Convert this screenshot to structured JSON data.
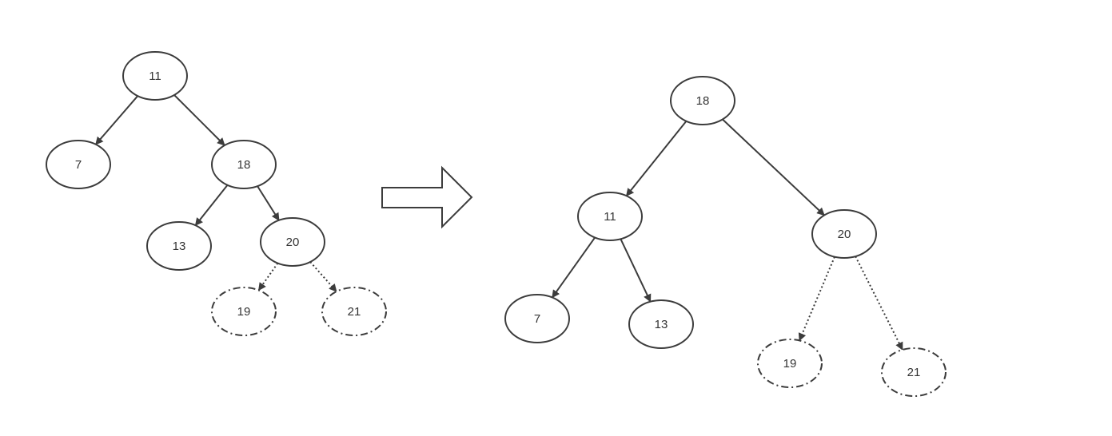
{
  "colors": {
    "stroke": "#3c3c3c",
    "text": "#333333",
    "fill": "#ffffff"
  },
  "before_tree": {
    "nodes": [
      {
        "id": "b11",
        "label": "11",
        "style": "solid"
      },
      {
        "id": "b7",
        "label": "7",
        "style": "solid"
      },
      {
        "id": "b18",
        "label": "18",
        "style": "solid"
      },
      {
        "id": "b13",
        "label": "13",
        "style": "solid"
      },
      {
        "id": "b20",
        "label": "20",
        "style": "solid"
      },
      {
        "id": "b19",
        "label": "19",
        "style": "dashdot"
      },
      {
        "id": "b21",
        "label": "21",
        "style": "dashdot"
      }
    ],
    "edges": [
      {
        "from": "b11",
        "to": "b7",
        "style": "solid"
      },
      {
        "from": "b11",
        "to": "b18",
        "style": "solid"
      },
      {
        "from": "b18",
        "to": "b13",
        "style": "solid"
      },
      {
        "from": "b18",
        "to": "b20",
        "style": "solid"
      },
      {
        "from": "b20",
        "to": "b19",
        "style": "dotted"
      },
      {
        "from": "b20",
        "to": "b21",
        "style": "dotted"
      }
    ]
  },
  "after_tree": {
    "nodes": [
      {
        "id": "a18",
        "label": "18",
        "style": "solid"
      },
      {
        "id": "a11",
        "label": "11",
        "style": "solid"
      },
      {
        "id": "a20",
        "label": "20",
        "style": "solid"
      },
      {
        "id": "a7",
        "label": "7",
        "style": "solid"
      },
      {
        "id": "a13",
        "label": "13",
        "style": "solid"
      },
      {
        "id": "a19",
        "label": "19",
        "style": "dashdot"
      },
      {
        "id": "a21",
        "label": "21",
        "style": "dashdot"
      }
    ],
    "edges": [
      {
        "from": "a18",
        "to": "a11",
        "style": "solid"
      },
      {
        "from": "a18",
        "to": "a20",
        "style": "solid"
      },
      {
        "from": "a11",
        "to": "a7",
        "style": "solid"
      },
      {
        "from": "a11",
        "to": "a13",
        "style": "solid"
      },
      {
        "from": "a20",
        "to": "a19",
        "style": "dotted"
      },
      {
        "from": "a20",
        "to": "a21",
        "style": "dotted"
      }
    ]
  },
  "transition_arrow": {
    "icon": "right-arrow-icon"
  }
}
